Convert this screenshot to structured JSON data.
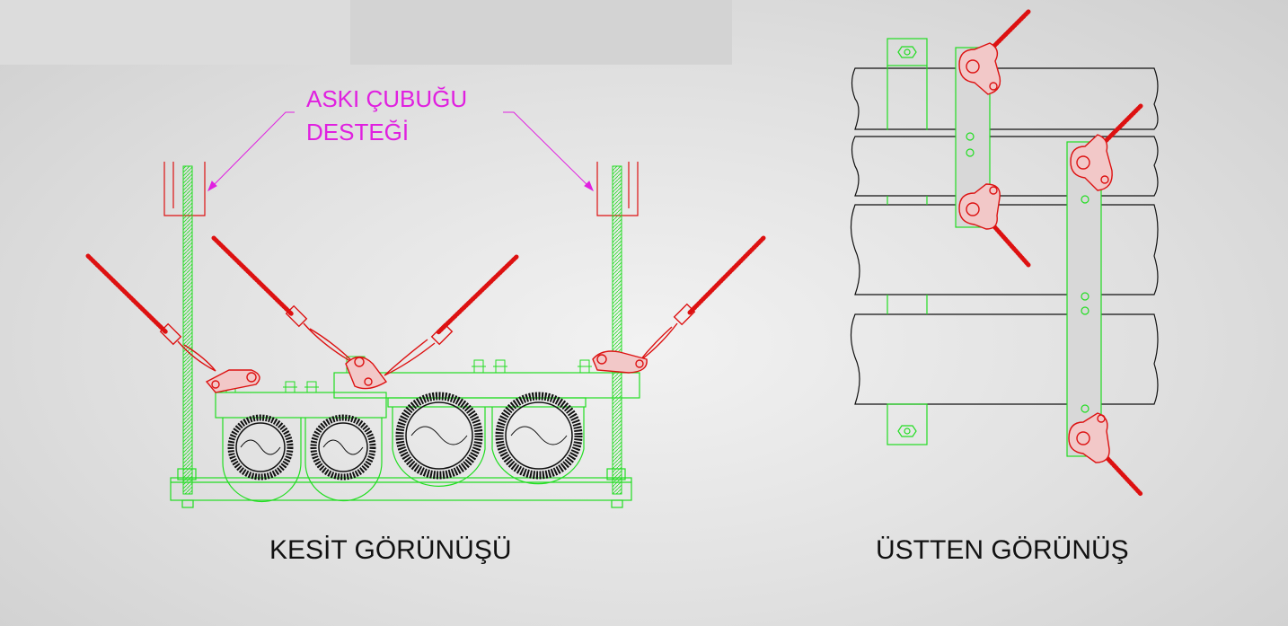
{
  "annotation": {
    "line1": "ASKI ÇUBUĞU",
    "line2": "DESTEĞİ",
    "color": "#e020e0"
  },
  "captions": {
    "section_view": "KESİT GÖRÜNÜŞÜ",
    "top_view": "ÜSTTEN GÖRÜNÜŞ"
  },
  "colors": {
    "steel": "#22dd22",
    "hardware": "#dd1111",
    "cable": "#111111"
  }
}
